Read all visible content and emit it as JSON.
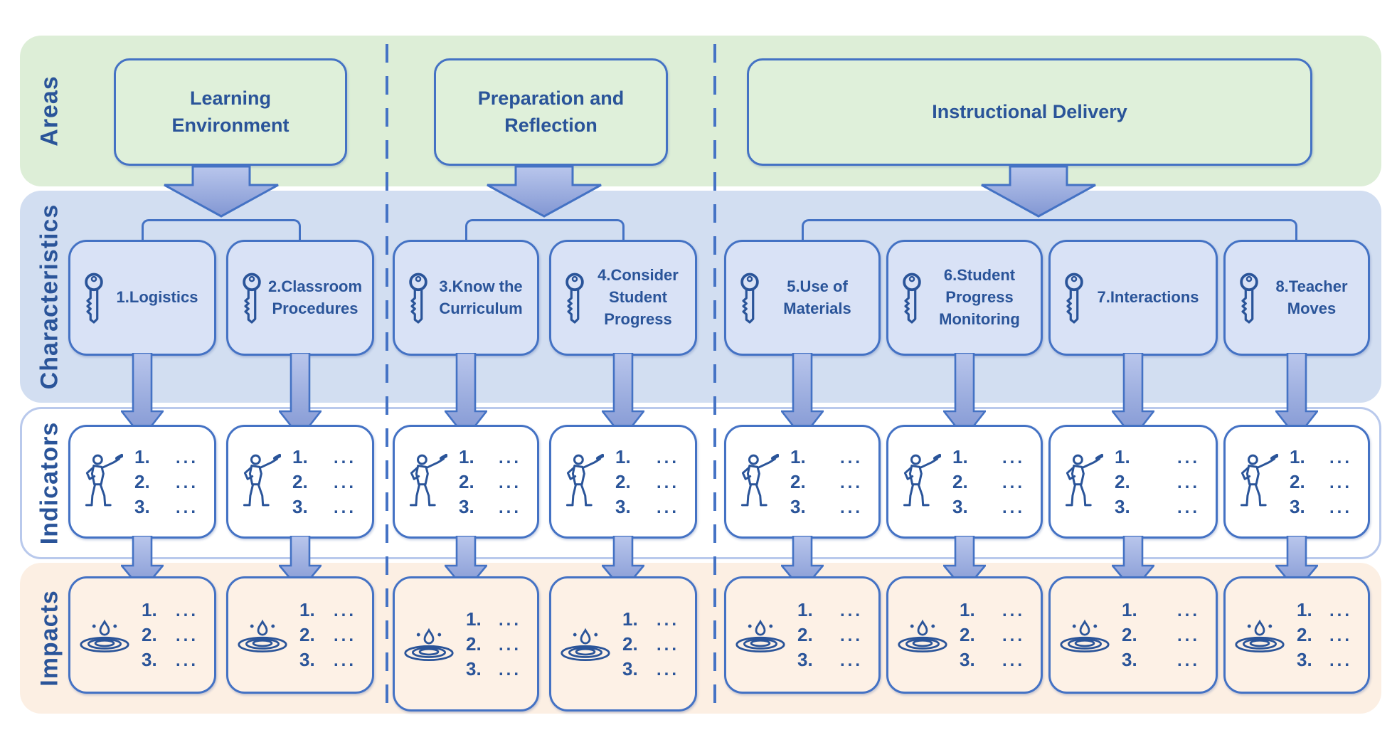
{
  "rows": [
    {
      "label": "Areas"
    },
    {
      "label": "Characteristics"
    },
    {
      "label": "Indicators"
    },
    {
      "label": "Impacts"
    }
  ],
  "areas": [
    {
      "label": "Learning Environment"
    },
    {
      "label": "Preparation and Reflection"
    },
    {
      "label": "Instructional Delivery"
    }
  ],
  "characteristics": [
    {
      "label": "1.Logistics"
    },
    {
      "label": "2.Classroom Procedures"
    },
    {
      "label": "3.Know the Curriculum"
    },
    {
      "label": "4.Consider Student Progress"
    },
    {
      "label": "5.Use of Materials"
    },
    {
      "label": "6.Student Progress Monitoring"
    },
    {
      "label": "7.Interactions"
    },
    {
      "label": "8.Teacher Moves"
    }
  ],
  "list": {
    "rows": [
      {
        "n": "1.",
        "d": "..."
      },
      {
        "n": "2.",
        "d": "..."
      },
      {
        "n": "3.",
        "d": "..."
      }
    ]
  },
  "icons": {
    "characteristic": "key-icon",
    "indicator": "presenter-icon",
    "impact": "ripple-icon",
    "flow": "down-arrow-icon"
  },
  "colors": {
    "accent_border": "#4472c4",
    "text": "#2a5499",
    "areas_band": "#ddeed7",
    "characteristics_band": "#d2def1",
    "indicators_band": "#ffffff",
    "indicators_band_border": "#b9c9ec",
    "impacts_band": "#fcefe3",
    "arrow_fill_top": "#b9c6ec",
    "arrow_fill_bottom": "#8297d3"
  }
}
